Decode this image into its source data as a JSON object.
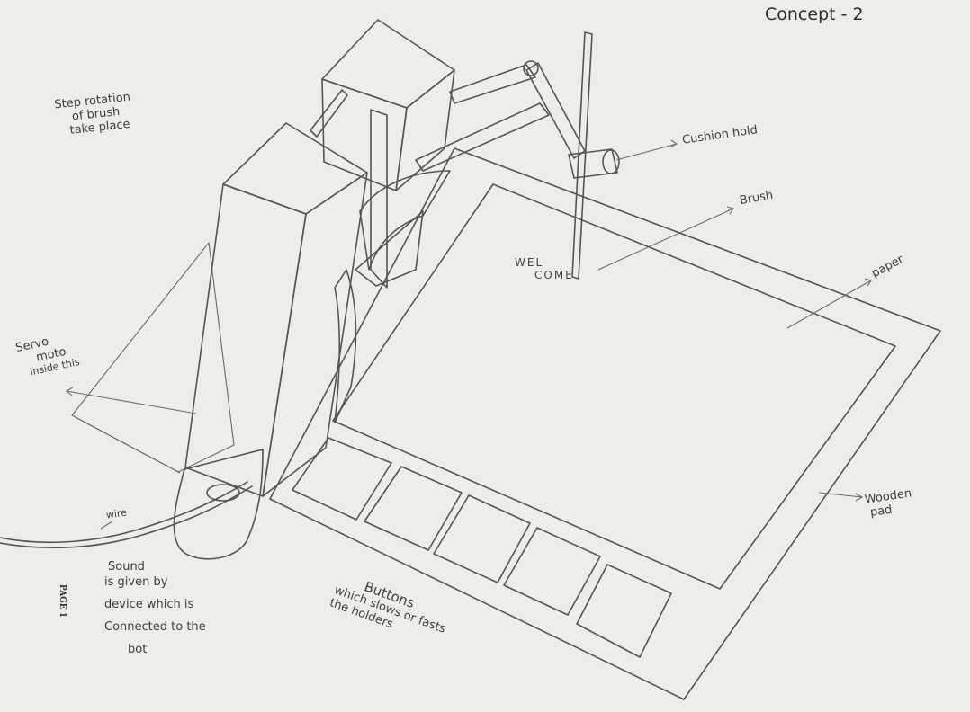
{
  "title": "Concept - 2",
  "page_mark": "PAGE 1",
  "screen_text": [
    "WEL",
    "COME"
  ],
  "labels": {
    "step_rotation": [
      "Step rotation",
      "of brush",
      "take place"
    ],
    "servo": [
      "Servo",
      "moto",
      "inside this"
    ],
    "cushion": "Cushion hold",
    "brush": "Brush",
    "paper": "paper",
    "wooden": [
      "Wooden",
      "pad"
    ],
    "wire": "wire",
    "sound": [
      "Sound",
      "is given by",
      "device which is",
      "Connected to the",
      "bot"
    ],
    "buttons": [
      "Buttons",
      "which slows or fasts",
      "the holders"
    ]
  },
  "button_count": 5,
  "colors": {
    "paper": "#efedea",
    "ink": "#555555",
    "shade": "#bdbdbd",
    "dark_shade": "#8f8f8f"
  }
}
